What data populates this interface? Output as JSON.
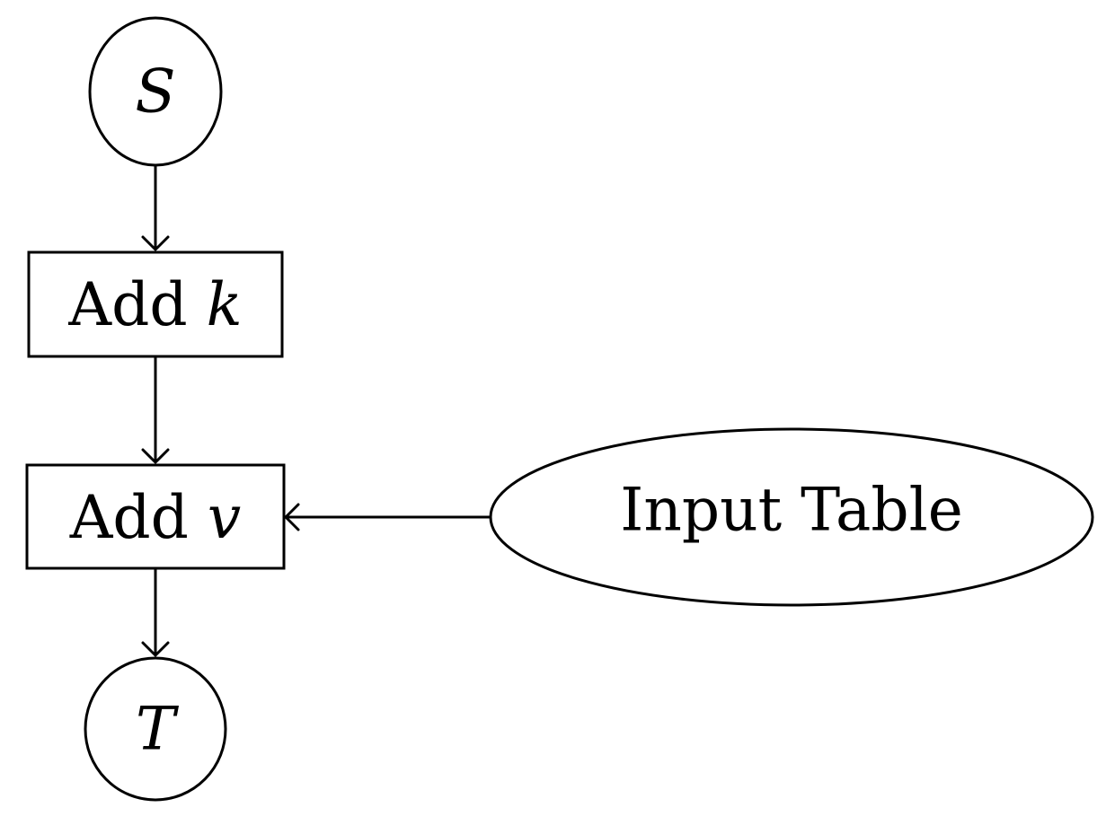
{
  "nodes": {
    "s": {
      "label": "S"
    },
    "add_k": {
      "prefix": "Add",
      "var": "k"
    },
    "add_v": {
      "prefix": "Add",
      "var": "v"
    },
    "t": {
      "label": "T"
    },
    "input_table": {
      "label": "Input Table"
    }
  },
  "edges": [
    {
      "from": "S",
      "to": "Add k"
    },
    {
      "from": "Add k",
      "to": "Add v"
    },
    {
      "from": "Input Table",
      "to": "Add v"
    },
    {
      "from": "Add v",
      "to": "T"
    }
  ],
  "colors": {
    "stroke": "#000000",
    "fill": "#ffffff"
  }
}
